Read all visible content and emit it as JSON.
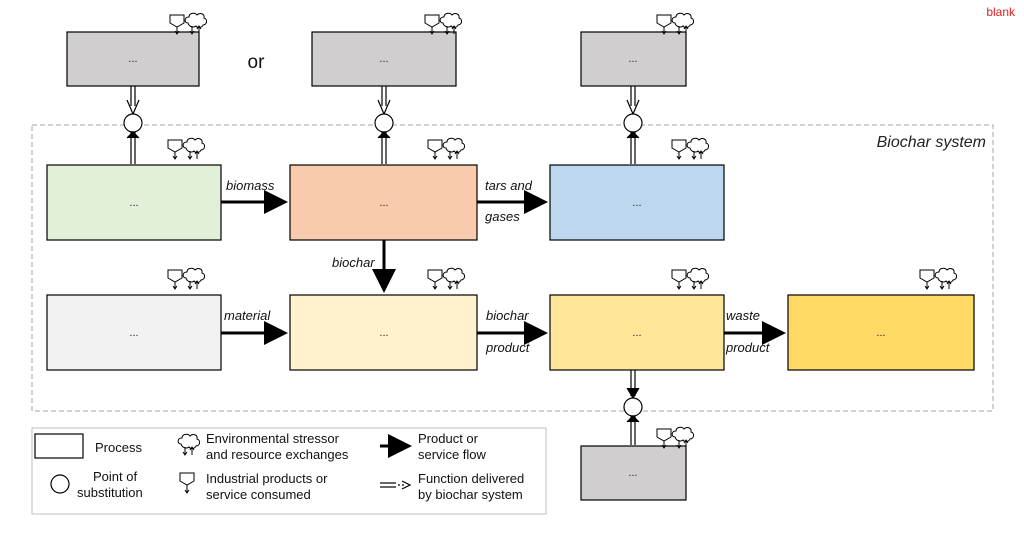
{
  "corner_tag": "blank",
  "or_text": "or",
  "system": {
    "title": "Biochar system"
  },
  "top_processes": [
    {
      "label": "..."
    },
    {
      "label": "..."
    },
    {
      "label": "..."
    }
  ],
  "bottom_process": {
    "label": "..."
  },
  "row1": [
    {
      "label": "...",
      "color": "#e2efd9"
    },
    {
      "label": "...",
      "color": "#f8cbad"
    },
    {
      "label": "...",
      "color": "#bdd7ee"
    }
  ],
  "row2": [
    {
      "label": "...",
      "color": "#f2f2f2"
    },
    {
      "label": "...",
      "color": "#fff2cc"
    },
    {
      "label": "...",
      "color": "#ffe699"
    },
    {
      "label": "...",
      "color": "#ffd966"
    }
  ],
  "flows": {
    "biomass": "biomass",
    "tars_line1": "tars and",
    "tars_line2": "gases",
    "biochar": "biochar",
    "material": "material",
    "biochar_product_line1": "biochar",
    "biochar_product_line2": "product",
    "waste_product_line1": "waste",
    "waste_product_line2": "product"
  },
  "legend": {
    "process": "Process",
    "substitution_line1": "Point of",
    "substitution_line2": "substitution",
    "env_line1": "Environmental stressor",
    "env_line2": "and resource exchanges",
    "ind_line1": "Industrial products or",
    "ind_line2": "service consumed",
    "flow_line1": "Product or",
    "flow_line2": "service flow",
    "function_line1": "Function delivered",
    "function_line2": "by biochar system"
  },
  "colors": {
    "gray_box": "#d0cece",
    "stroke": "#000000",
    "dashed_border": "#a6a6a6",
    "corner_tag": "#e02020"
  }
}
